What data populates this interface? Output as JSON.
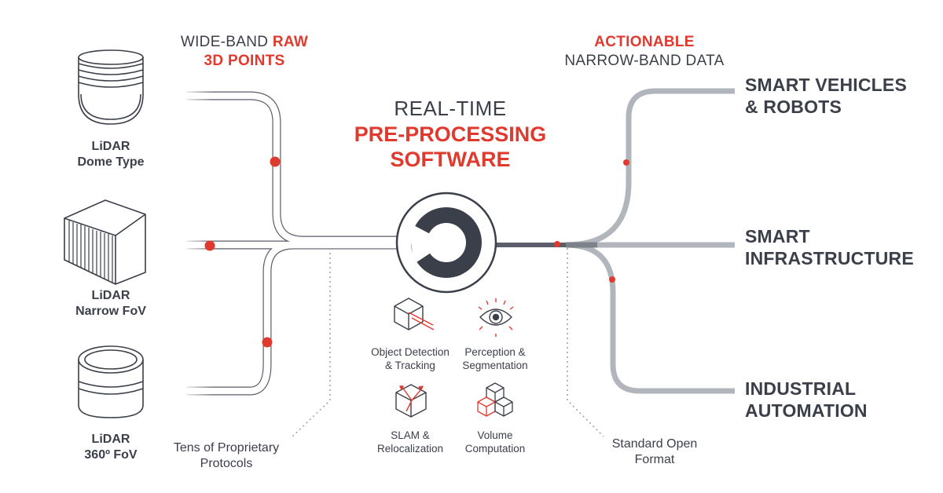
{
  "header_left": {
    "line1": "WIDE-BAND",
    "line1_accent": "RAW",
    "line2": "3D POINTS"
  },
  "header_right": {
    "line1": "ACTIONABLE",
    "line2": "NARROW-BAND DATA"
  },
  "center": {
    "line1": "REAL-TIME",
    "line2": "PRE-PROCESSING",
    "line3": "SOFTWARE"
  },
  "devices": [
    {
      "line1": "LiDAR",
      "line2": "Dome Type"
    },
    {
      "line1": "LiDAR",
      "line2": "Narrow FoV"
    },
    {
      "line1": "LiDAR",
      "line2": "360º FoV"
    }
  ],
  "outputs": [
    {
      "line1": "SMART VEHICLES",
      "line2": "& ROBOTS"
    },
    {
      "line1": "SMART",
      "line2": "INFRASTRUCTURE"
    },
    {
      "line1": "INDUSTRIAL",
      "line2": "AUTOMATION"
    }
  ],
  "features": [
    {
      "line1": "Object Detection",
      "line2": "& Tracking",
      "icon": "cube-detection-icon"
    },
    {
      "line1": "Perception &",
      "line2": "Segmentation",
      "icon": "eye-icon"
    },
    {
      "line1": "SLAM &",
      "line2": "Relocalization",
      "icon": "slam-cube-icon"
    },
    {
      "line1": "Volume",
      "line2": "Computation",
      "icon": "stacked-cubes-icon"
    }
  ],
  "notes": {
    "left": {
      "line1": "Tens of Proprietary",
      "line2": "Protocols"
    },
    "right": {
      "line1": "Standard Open",
      "line2": "Format"
    }
  },
  "colors": {
    "accent": "#e03a2f",
    "text": "#3b3f4a",
    "line_gray": "#a8acb4",
    "line_dark": "#5a5e68"
  }
}
